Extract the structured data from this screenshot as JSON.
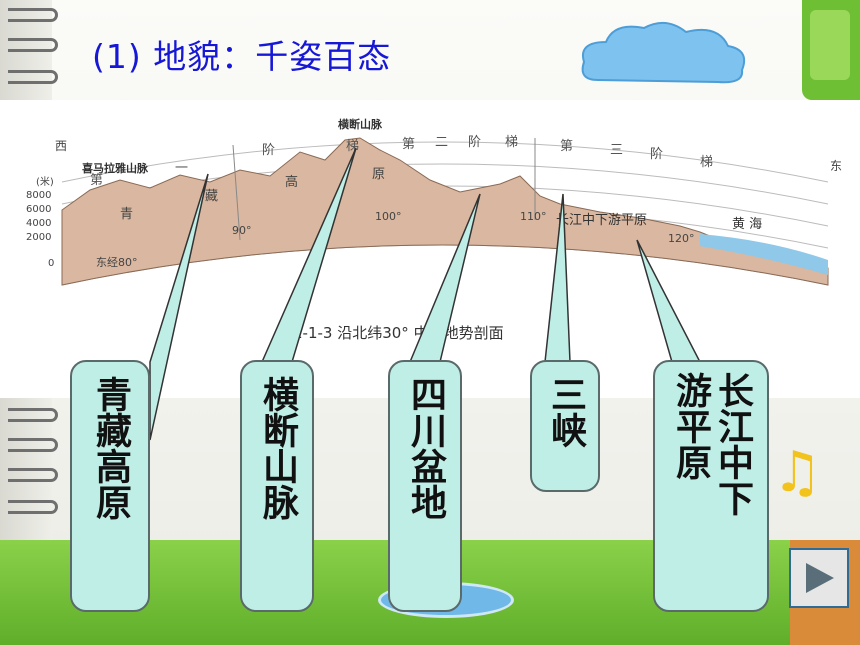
{
  "title": "(1) 地貌：千姿百态",
  "profile": {
    "caption": "图1-1-3 沿北纬30° 中国地势剖面",
    "west_label": "西",
    "east_label": "东",
    "unit_label": "(米)",
    "elevation_ticks": [
      "8000",
      "6000",
      "4000",
      "2000",
      "0"
    ],
    "range_labels": [
      "喜马拉雅山脉",
      "横断山脉"
    ],
    "step_labels": [
      "第",
      "一",
      "阶",
      "梯",
      "第",
      "二",
      "阶",
      "梯",
      "第",
      "三",
      "阶",
      "梯"
    ],
    "region_chars": [
      "青",
      "藏",
      "高",
      "原"
    ],
    "lowland_label": "长江中下游平原",
    "sea_label": "黄 海",
    "longitudes": [
      "东经80°",
      "90°",
      "100°",
      "110°",
      "120°"
    ]
  },
  "labels": [
    {
      "text": "青藏高原"
    },
    {
      "text": "横断山脉"
    },
    {
      "text": "四川盆地"
    },
    {
      "text": "三峡"
    },
    {
      "text": "长江中下游平原"
    }
  ],
  "colors": {
    "title": "#1717d6",
    "label_fill": "#bfeee6",
    "terrain": "#d9b7a0",
    "sea": "#8fc8e8"
  },
  "icons": {
    "next": "play-triangle-icon",
    "music": "music-note-icon",
    "cloud": "cloud-decoration-icon"
  }
}
